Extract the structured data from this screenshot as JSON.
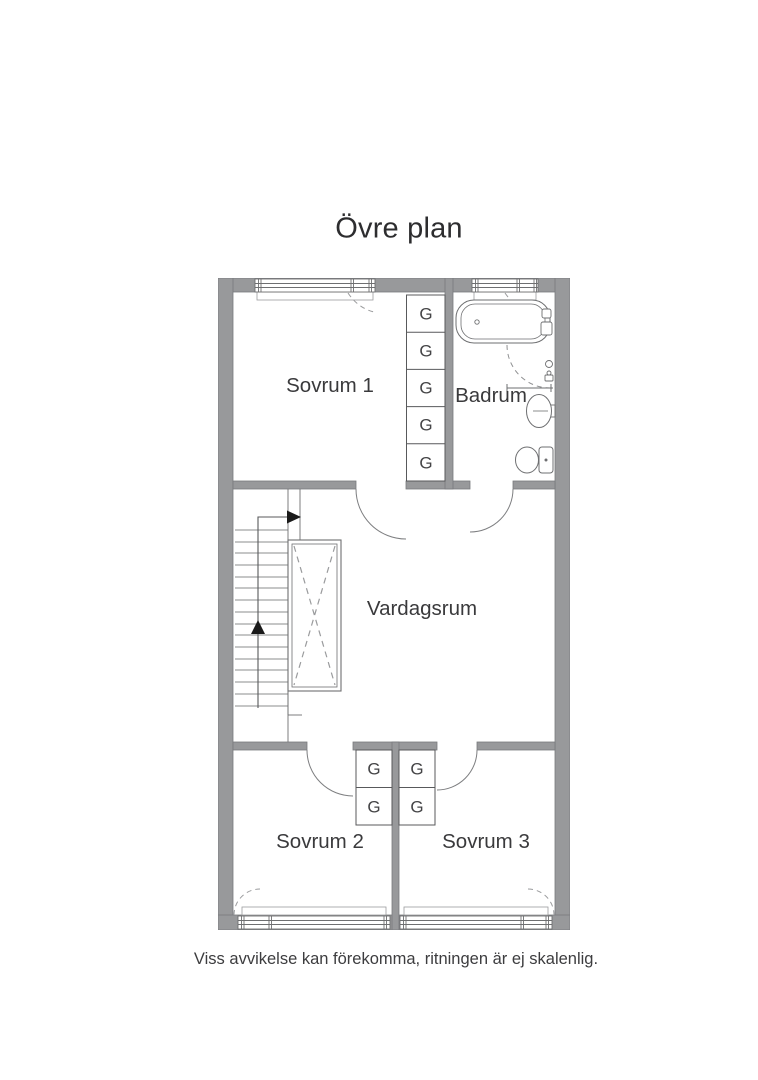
{
  "title": "Övre plan",
  "disclaimer": "Viss avvikelse kan förekomma, ritningen är ej skalenlig.",
  "plan": {
    "rooms": {
      "sovrum1": "Sovrum 1",
      "badrum": "Badrum",
      "vardagsrum": "Vardagsrum",
      "sovrum2": "Sovrum 2",
      "sovrum3": "Sovrum 3"
    },
    "wardrobe_label": "G",
    "colors": {
      "wall": "#98999b",
      "wall_edge": "#797a7d",
      "thin_line": "#6e6f71",
      "stair_line": "#8b8c8e",
      "dash_line": "#9a9b9d",
      "text": "#3a3a3c",
      "background": "#ffffff"
    },
    "symbols": [
      "bathtub-icon",
      "washbasin-icon",
      "toilet-icon",
      "mixer-tap-icon",
      "shower-screen-icon",
      "staircase-icon",
      "void-opening-icon",
      "wardrobe-icon",
      "window-icon",
      "door-swing-icon",
      "direction-arrow-icon"
    ],
    "stair_direction": "up"
  }
}
